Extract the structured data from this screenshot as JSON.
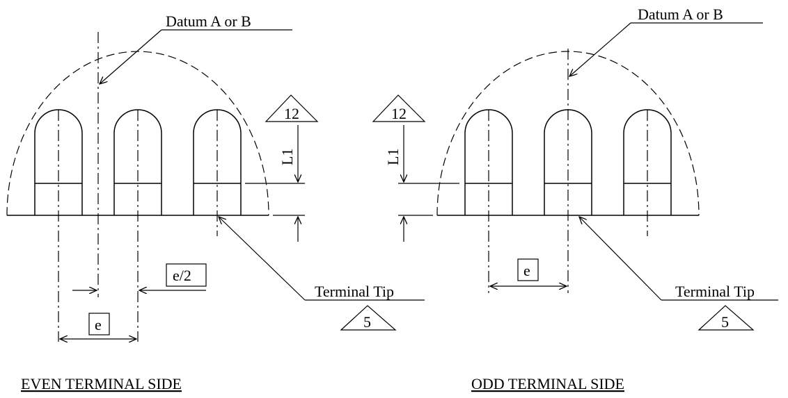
{
  "left_view": {
    "title": "EVEN TERMINAL SIDE",
    "datum_label": "Datum A or B",
    "terminal_tip_label": "Terminal Tip",
    "terminal_tip_ref": "5",
    "l1_ref": "12",
    "l1_label": "L1",
    "e_label": "e",
    "e_half_label": "e/2"
  },
  "right_view": {
    "title": "ODD TERMINAL SIDE",
    "datum_label": "Datum A or B",
    "terminal_tip_label": "Terminal Tip",
    "terminal_tip_ref": "5",
    "l1_ref": "12",
    "l1_label": "L1",
    "e_label": "e"
  }
}
